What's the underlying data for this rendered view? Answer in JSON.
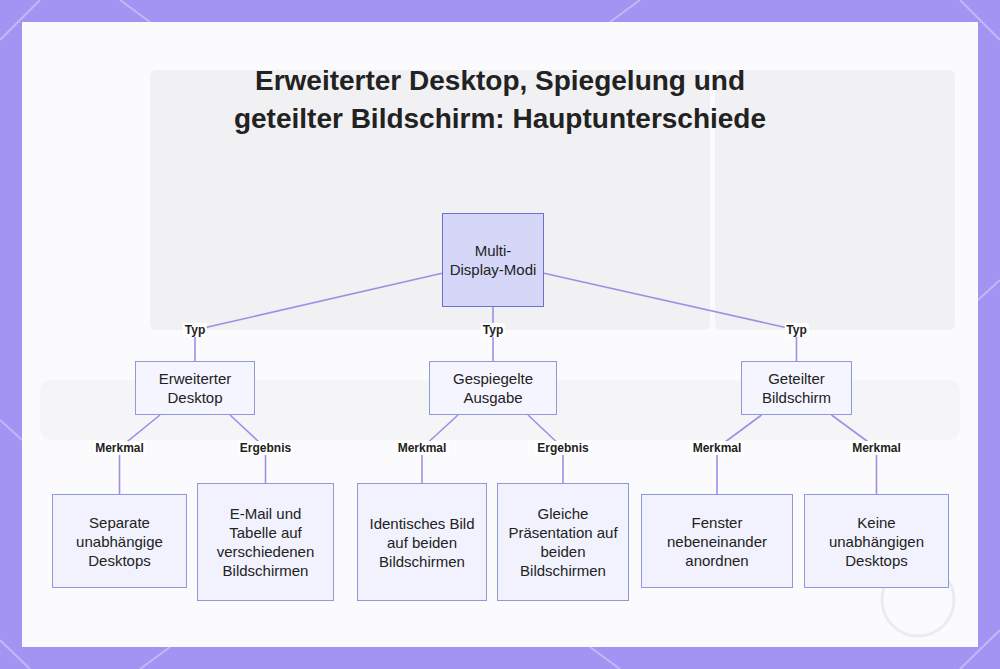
{
  "diagram": {
    "title": "Erweiterter Desktop, Spiegelung und geteilter Bildschirm: Hauptunterschiede",
    "nodes": [
      {
        "text": [
          "Multi-Display-Modi"
        ]
      },
      {
        "text": [
          "Erweiterter Desktop"
        ]
      },
      {
        "text": [
          "Gespiegelte Ausgabe"
        ]
      },
      {
        "text": [
          "Geteilter Bildschirm"
        ]
      },
      {
        "text": [
          "Separate unabhängige Desktops"
        ]
      },
      {
        "text": [
          "E-Mail und Tabelle auf verschiedenen Bildschirmen"
        ]
      },
      {
        "text": [
          "Identisches Bild auf beiden Bildschirmen"
        ]
      },
      {
        "text": [
          "Gleiche Präsentation auf beiden Bildschirmen"
        ]
      },
      {
        "text": [
          "Fenster nebeneinander anordnen"
        ]
      },
      {
        "text": [
          "Keine unabhängigen Desktops"
        ]
      }
    ],
    "edges": [
      {
        "from": 0,
        "to": 1,
        "arrow": "none",
        "label": "Typ"
      },
      {
        "from": 0,
        "to": 2,
        "arrow": "none",
        "label": "Typ"
      },
      {
        "from": 0,
        "to": 3,
        "arrow": "none",
        "label": "Typ"
      },
      {
        "from": 1,
        "to": 4,
        "arrow": "none",
        "label": "Merkmal"
      },
      {
        "from": 1,
        "to": 5,
        "arrow": "none",
        "label": "Ergebnis"
      },
      {
        "from": 2,
        "to": 6,
        "arrow": "none",
        "label": "Merkmal"
      },
      {
        "from": 2,
        "to": 7,
        "arrow": "none",
        "label": "Ergebnis"
      },
      {
        "from": 3,
        "to": 8,
        "arrow": "none",
        "label": "Merkmal"
      },
      {
        "from": 3,
        "to": 9,
        "arrow": "none",
        "label": "Merkmal"
      }
    ]
  }
}
